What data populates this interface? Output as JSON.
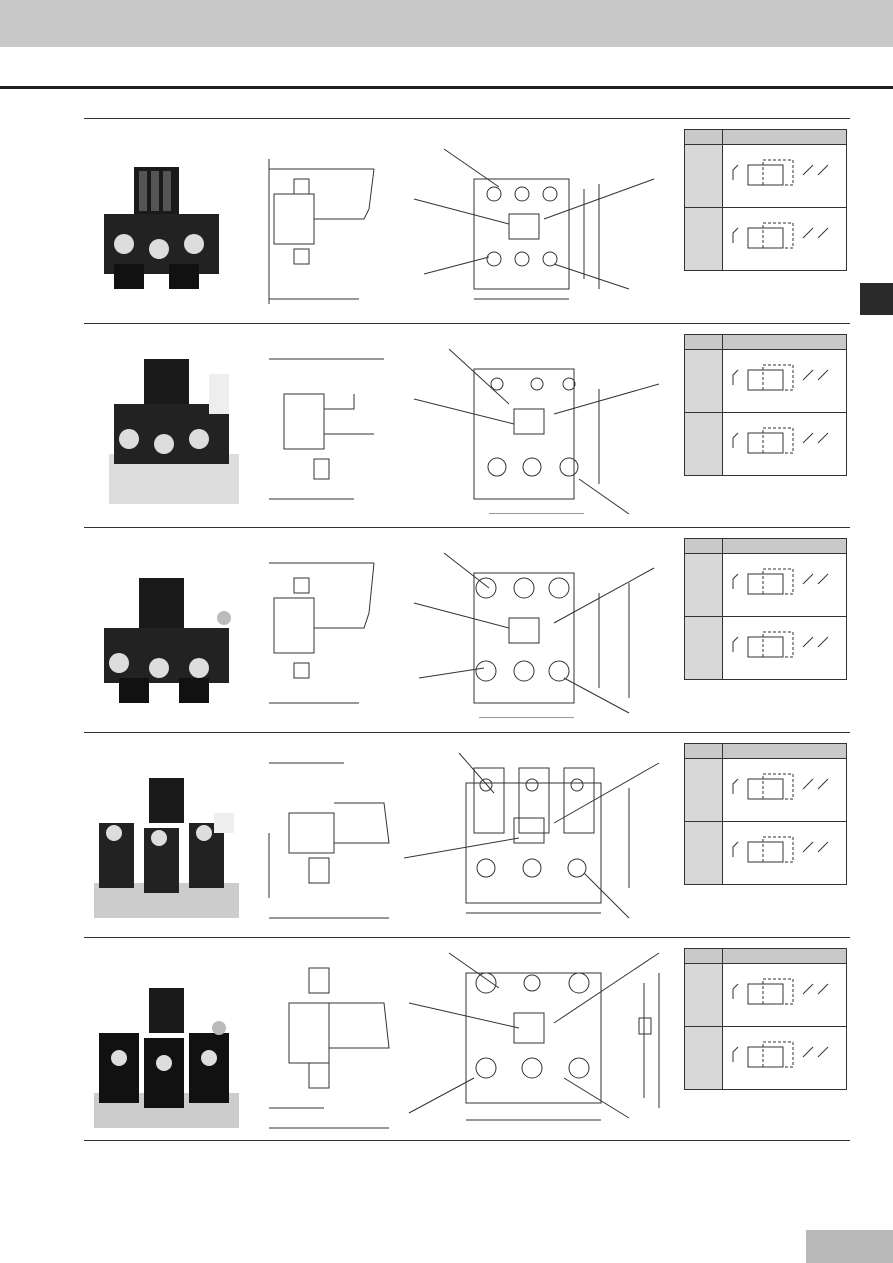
{
  "page": {
    "header": {},
    "sections": [
      {
        "id": "row-1"
      },
      {
        "id": "row-2"
      },
      {
        "id": "row-3"
      },
      {
        "id": "row-4"
      },
      {
        "id": "row-5"
      }
    ],
    "colors": {
      "header_band": "#c8c8c8",
      "rule": "#222222",
      "side_tab": "#2a2a2a",
      "page_tab": "#b9b9b9",
      "table_head": "#c9c9c9",
      "table_label_cell": "#d8d8d8"
    }
  }
}
